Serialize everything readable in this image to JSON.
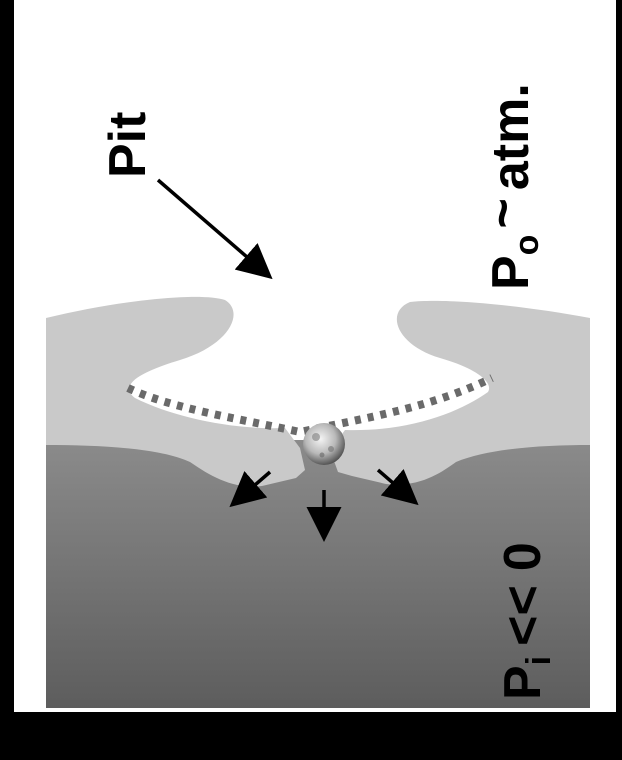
{
  "labels": {
    "pit": "Pit",
    "outer_pressure_symbol": "P",
    "outer_pressure_subscript": "o",
    "outer_pressure_relation": "~",
    "outer_pressure_value": "atm.",
    "inner_pressure_symbol": "P",
    "inner_pressure_subscript": "i",
    "inner_pressure_relation": "<<",
    "inner_pressure_value": "0"
  },
  "colors": {
    "background": "#000000",
    "panel": "#ffffff",
    "upper_tissue": "#c9c9c9",
    "lower_gradient_top": "#8a8a8a",
    "lower_gradient_bottom": "#5f5f5f",
    "membrane_dots": "#6e6e6e",
    "arrows": "#000000"
  },
  "icons": {
    "particle": "moon-sphere"
  }
}
